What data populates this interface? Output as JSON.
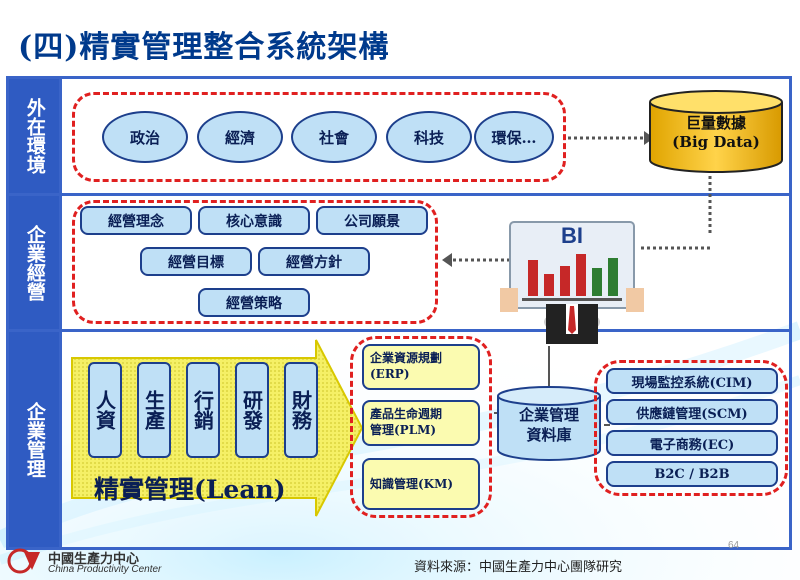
{
  "title": "(四)精實管理整合系統架構",
  "rows": [
    {
      "label": "外在環境"
    },
    {
      "label": "企業經營"
    },
    {
      "label": "企業管理"
    }
  ],
  "environment": [
    "政治",
    "經濟",
    "社會",
    "科技",
    "環保…"
  ],
  "big_data": {
    "line1": "巨量數據",
    "line2": "(Big Data)"
  },
  "bi_label": "BI",
  "business": {
    "row1": [
      "經營理念",
      "核心意識",
      "公司願景"
    ],
    "row2": [
      "經營目標",
      "經營方針"
    ],
    "row3": [
      "經營策略"
    ]
  },
  "lean": {
    "columns": [
      "人資",
      "生產",
      "行銷",
      "研發",
      "財務"
    ],
    "label": "精實管理(Lean)"
  },
  "systems_left": [
    {
      "line1": "企業資源規劃",
      "line2": "(ERP)"
    },
    {
      "line1": "產品生命週期",
      "line2": "管理(PLM)"
    },
    {
      "line1": "知識管理(KM)",
      "line2": ""
    }
  ],
  "database": {
    "line1": "企業管理",
    "line2": "資料庫"
  },
  "systems_right": [
    "現場監控系統(CIM)",
    "供應鏈管理(SCM)",
    "電子商務(EC)",
    "B2C / B2B"
  ],
  "footer": {
    "logo_name": "中國生產力中心",
    "logo_en": "China Productivity Center",
    "source": "資料來源：中國生產力中心團隊研究",
    "page": "64"
  },
  "colors": {
    "accent": "#2f5bc2",
    "dashed": "#e02020",
    "oval": "#bfe0f6",
    "yellow": "#fbfbb0"
  }
}
